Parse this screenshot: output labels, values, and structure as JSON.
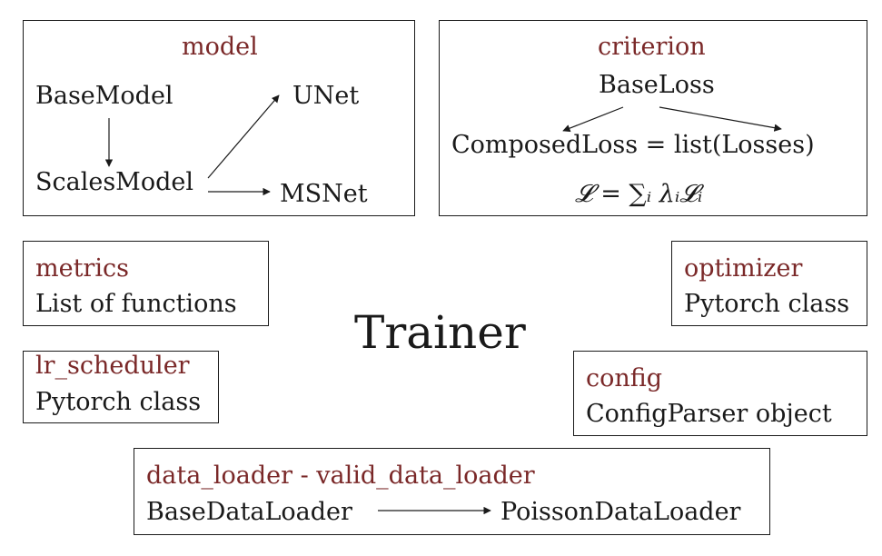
{
  "center": {
    "label": "Trainer"
  },
  "model": {
    "title": "model",
    "base": "BaseModel",
    "scales": "ScalesModel",
    "unet": "UNet",
    "msnet": "MSNet"
  },
  "criterion": {
    "title": "criterion",
    "base": "BaseLoss",
    "composed": "ComposedLoss = list(Losses)",
    "formula": "𝓛 = ∑ᵢ λᵢ𝓛ᵢ"
  },
  "metrics": {
    "title": "metrics",
    "desc": "List of functions"
  },
  "optimizer": {
    "title": "optimizer",
    "desc": "Pytorch class"
  },
  "lr_scheduler": {
    "title": "lr_scheduler",
    "desc": "Pytorch class"
  },
  "config": {
    "title": "config",
    "desc": "ConfigParser object"
  },
  "data_loader": {
    "title": "data_loader - valid_data_loader",
    "base": "BaseDataLoader",
    "poisson": "PoissonDataLoader"
  },
  "colors": {
    "title": "#7a2828",
    "text": "#1a1a1a"
  }
}
